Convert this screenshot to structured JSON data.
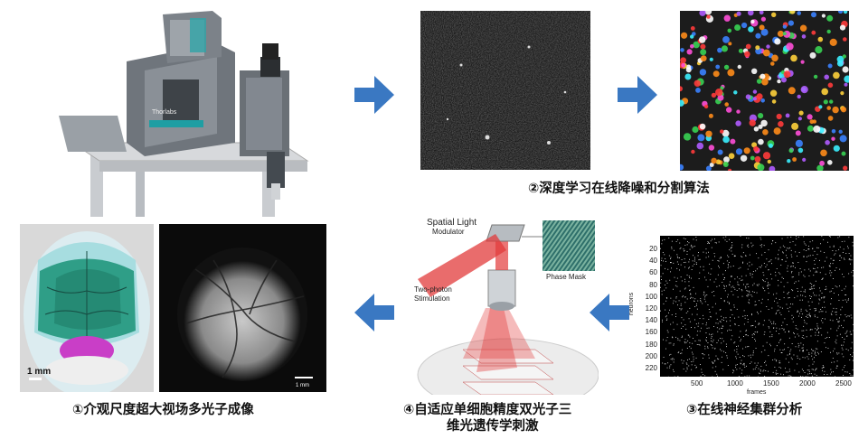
{
  "captions": {
    "step1": "①介观尺度超大视场多光子成像",
    "step2": "②深度学习在线降噪和分割算法",
    "step3": "③在线神经集群分析",
    "step4_line1": "④自适应单细胞精度双光子三",
    "step4_line2": "维光遗传学刺激"
  },
  "microscope": {
    "brand_label": "Thorlabs"
  },
  "brain_map": {
    "scale_label": "1 mm"
  },
  "vasculature": {
    "scale_label": "1 mm"
  },
  "optogenetics": {
    "slm_label_1": "Spatial Light",
    "slm_label_2": "Modulator",
    "stim_label_1": "Two-photon",
    "stim_label_2": "Stimulation",
    "phase_mask_label": "Phase Mask"
  },
  "raster": {
    "ylabel": "neurons",
    "xlabel": "frames",
    "y_ticks": [
      "20",
      "40",
      "60",
      "80",
      "100",
      "120",
      "140",
      "160",
      "180",
      "200",
      "220"
    ],
    "x_ticks": [
      "500",
      "1000",
      "1500",
      "2000",
      "2500"
    ]
  },
  "colors": {
    "arrow": "#3a78c2"
  }
}
